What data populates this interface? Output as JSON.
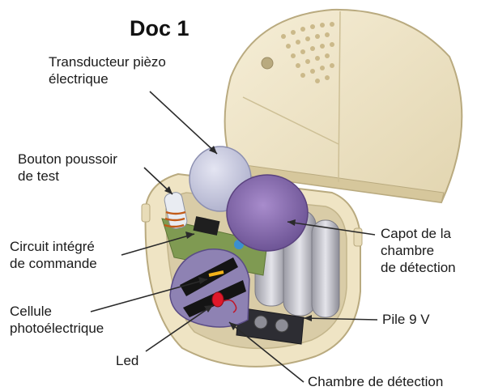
{
  "title": "Doc 1",
  "labels": {
    "transducteur": [
      "Transducteur pièzo",
      "électrique"
    ],
    "bouton": [
      "Bouton poussoir",
      "de test"
    ],
    "circuit": [
      "Circuit intégré",
      "de commande"
    ],
    "cellule": [
      "Cellule",
      "photoélectrique"
    ],
    "led": "Led",
    "capot": [
      "Capot de la",
      "chambre",
      "de détection"
    ],
    "pile": "Pile 9 V",
    "chambre": "Chambre de détection"
  },
  "colors": {
    "casing": "#efe4c4",
    "casing_edge": "#b9aa7f",
    "interior": "#d9cca7",
    "transducer": "#c8c9df",
    "capot": "#8a6fb0",
    "circuit_board": "#7f9a52",
    "battery": "#b8b8c0",
    "led": "#e0182a",
    "chamber": "#8e82b3",
    "arrow": "#2a2a2a"
  }
}
